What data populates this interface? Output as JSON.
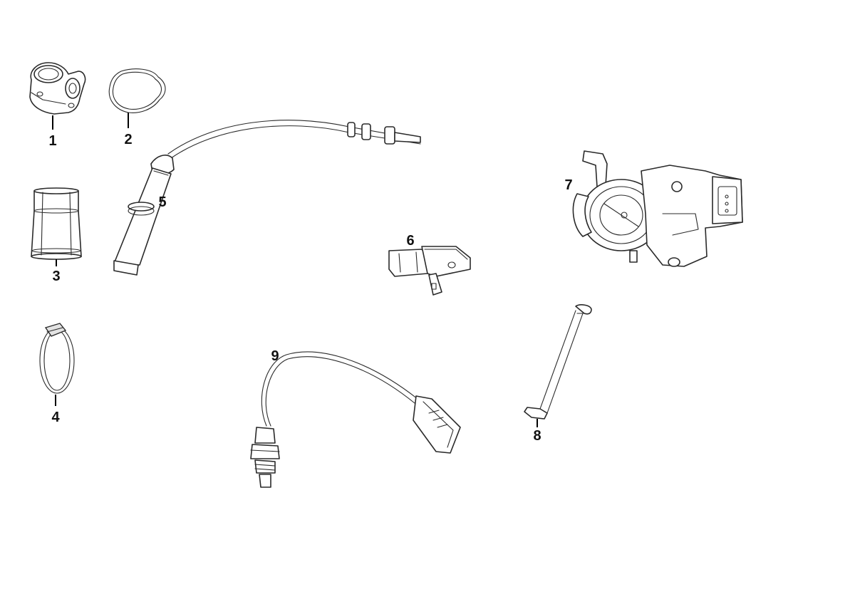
{
  "callouts": {
    "c1": "1",
    "c2": "2",
    "c3": "3",
    "c4": "4",
    "c5": "5",
    "c6": "6",
    "c7": "7",
    "c8": "8",
    "c9": "9"
  },
  "colors": {
    "background": "#ffffff",
    "line": "#2a2a2a",
    "label": "#111111"
  }
}
